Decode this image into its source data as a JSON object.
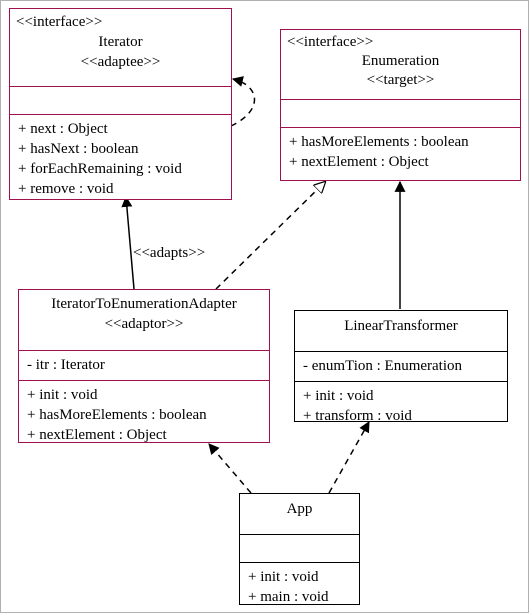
{
  "classes": {
    "iterator": {
      "stereotype": "<<interface>>",
      "name": "Iterator",
      "role": "<<adaptee>>",
      "methods": [
        "+ next : Object",
        "+ hasNext : boolean",
        "+ forEachRemaining : void",
        "+ remove : void"
      ]
    },
    "enumeration": {
      "stereotype": "<<interface>>",
      "name": "Enumeration",
      "role": "<<target>>",
      "methods": [
        "+ hasMoreElements : boolean",
        "+ nextElement : Object"
      ]
    },
    "adapter": {
      "name": "IteratorToEnumerationAdapter",
      "role": "<<adaptor>>",
      "attributes": [
        "- itr : Iterator"
      ],
      "methods": [
        "+ init : void",
        "+ hasMoreElements : boolean",
        "+ nextElement : Object"
      ]
    },
    "transformer": {
      "name": "LinearTransformer",
      "attributes": [
        "- enumTion : Enumeration"
      ],
      "methods": [
        "+ init : void",
        "+ transform : void"
      ]
    },
    "app": {
      "name": "App",
      "methods": [
        "+ init : void",
        "+ main : void"
      ]
    }
  },
  "relations": {
    "adapts_label": "<<adapts>>"
  },
  "colors": {
    "class_border": "#a0104f",
    "line": "#000000"
  }
}
